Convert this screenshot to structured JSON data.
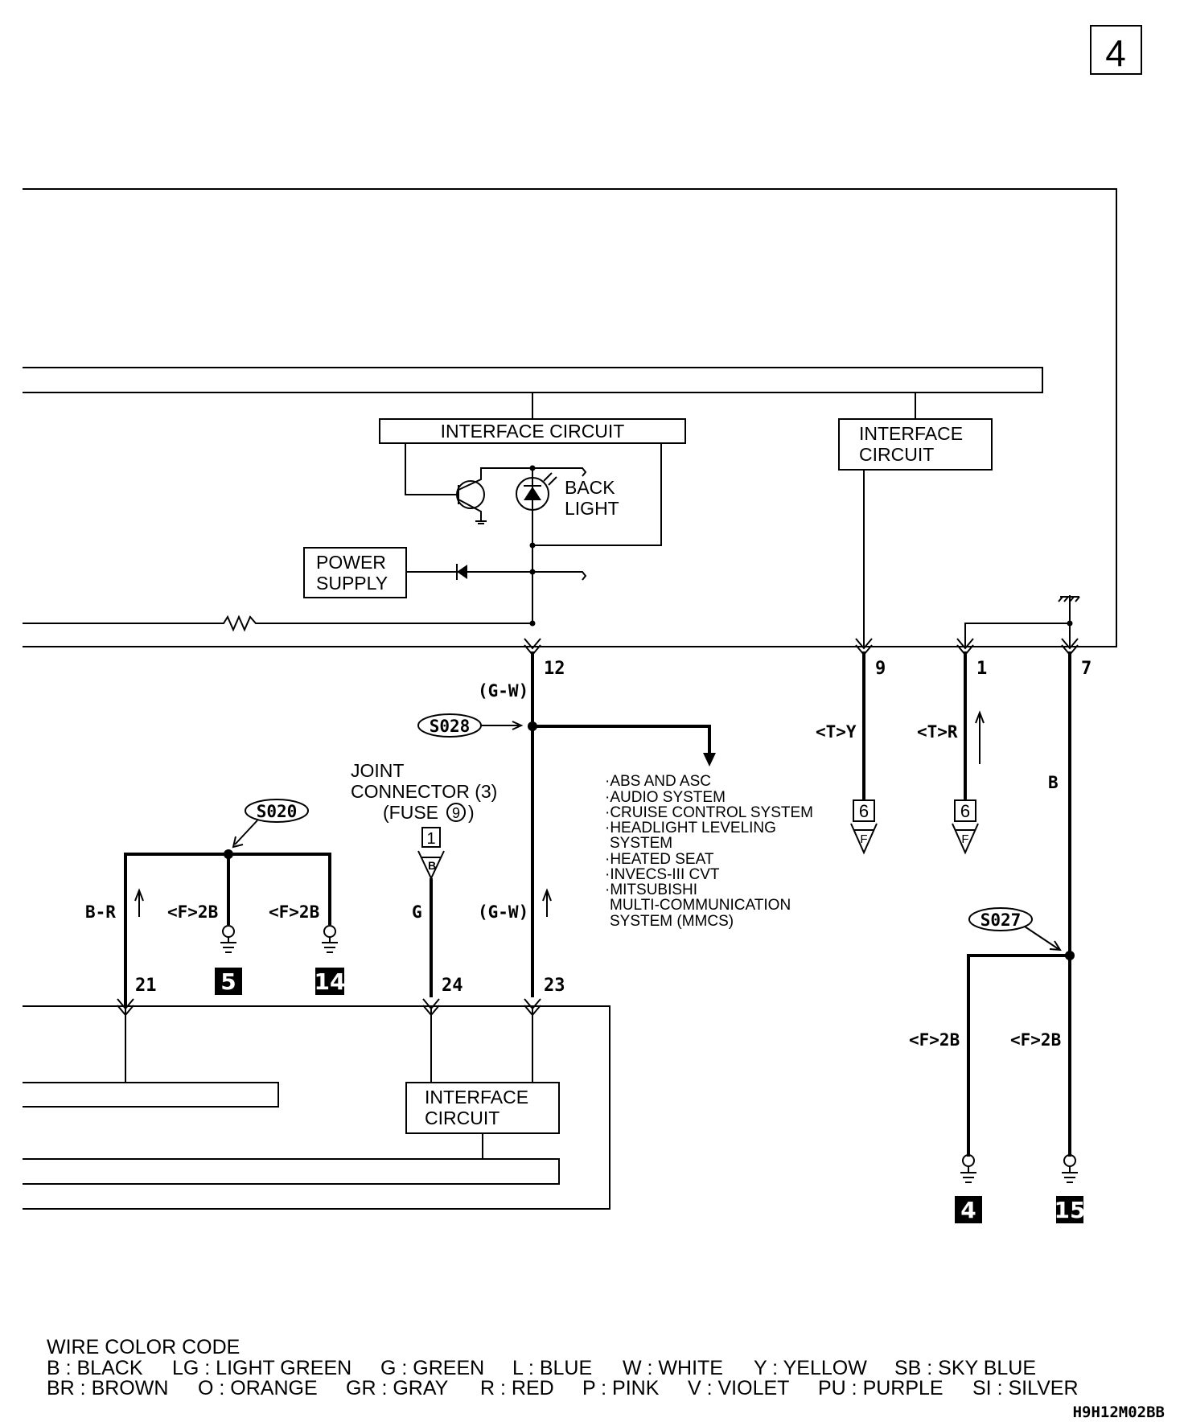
{
  "page_number": "4",
  "interface_circuit_top": "INTERFACE CIRCUIT",
  "interface_circuit_right": [
    "INTERFACE",
    "CIRCUIT"
  ],
  "interface_circuit_bottom": [
    "INTERFACE",
    "CIRCUIT"
  ],
  "back_light": [
    "BACK",
    "LIGHT"
  ],
  "power_supply": [
    "POWER",
    "SUPPLY"
  ],
  "pins": {
    "p12": "12",
    "p9": "9",
    "p1": "1",
    "p7": "7",
    "p21": "21",
    "p24": "24",
    "p23": "23"
  },
  "wire_colors": {
    "gw_top": "(G-W)",
    "ty": "<T>Y",
    "tr": "<T>R",
    "b": "B",
    "br": "B-R",
    "f2b_a": "<F>2B",
    "f2b_b": "<F>2B",
    "g": "G",
    "gw_bottom": "(G-W)",
    "f2b_c": "<F>2B",
    "f2b_d": "<F>2B"
  },
  "splices": {
    "s028": "S028",
    "s020": "S020",
    "s027": "S027"
  },
  "joint_connector": [
    "JOINT",
    "CONNECTOR (3)",
    "(FUSE",
    "9",
    ")"
  ],
  "joint_connector_pin": "1",
  "joint_connector_letter": "B",
  "connector_6_left": "6",
  "connector_6_right": "6",
  "connector_letter_left": "F",
  "connector_letter_right": "F",
  "systems": [
    "·ABS AND ASC",
    "·AUDIO SYSTEM",
    "·CRUISE CONTROL SYSTEM",
    "·HEADLIGHT LEVELING",
    "SYSTEM",
    "·HEATED SEAT",
    "·INVECS-III CVT",
    "·MITSUBISHI",
    "MULTI-COMMUNICATION",
    "SYSTEM (MMCS)"
  ],
  "grounds": {
    "g5": "5",
    "g14": "14",
    "g4": "4",
    "g15": "15"
  },
  "legend": {
    "title": "WIRE COLOR CODE",
    "row1": [
      "B : BLACK",
      "LG : LIGHT GREEN",
      "G : GREEN",
      "L : BLUE",
      "W : WHITE",
      "Y : YELLOW",
      "SB : SKY BLUE"
    ],
    "row2": [
      "BR : BROWN",
      "O : ORANGE",
      "GR : GRAY",
      "R : RED",
      "P : PINK",
      "V : VIOLET",
      "PU : PURPLE",
      "SI : SILVER"
    ]
  },
  "diagram_code": "H9H12M02BB"
}
